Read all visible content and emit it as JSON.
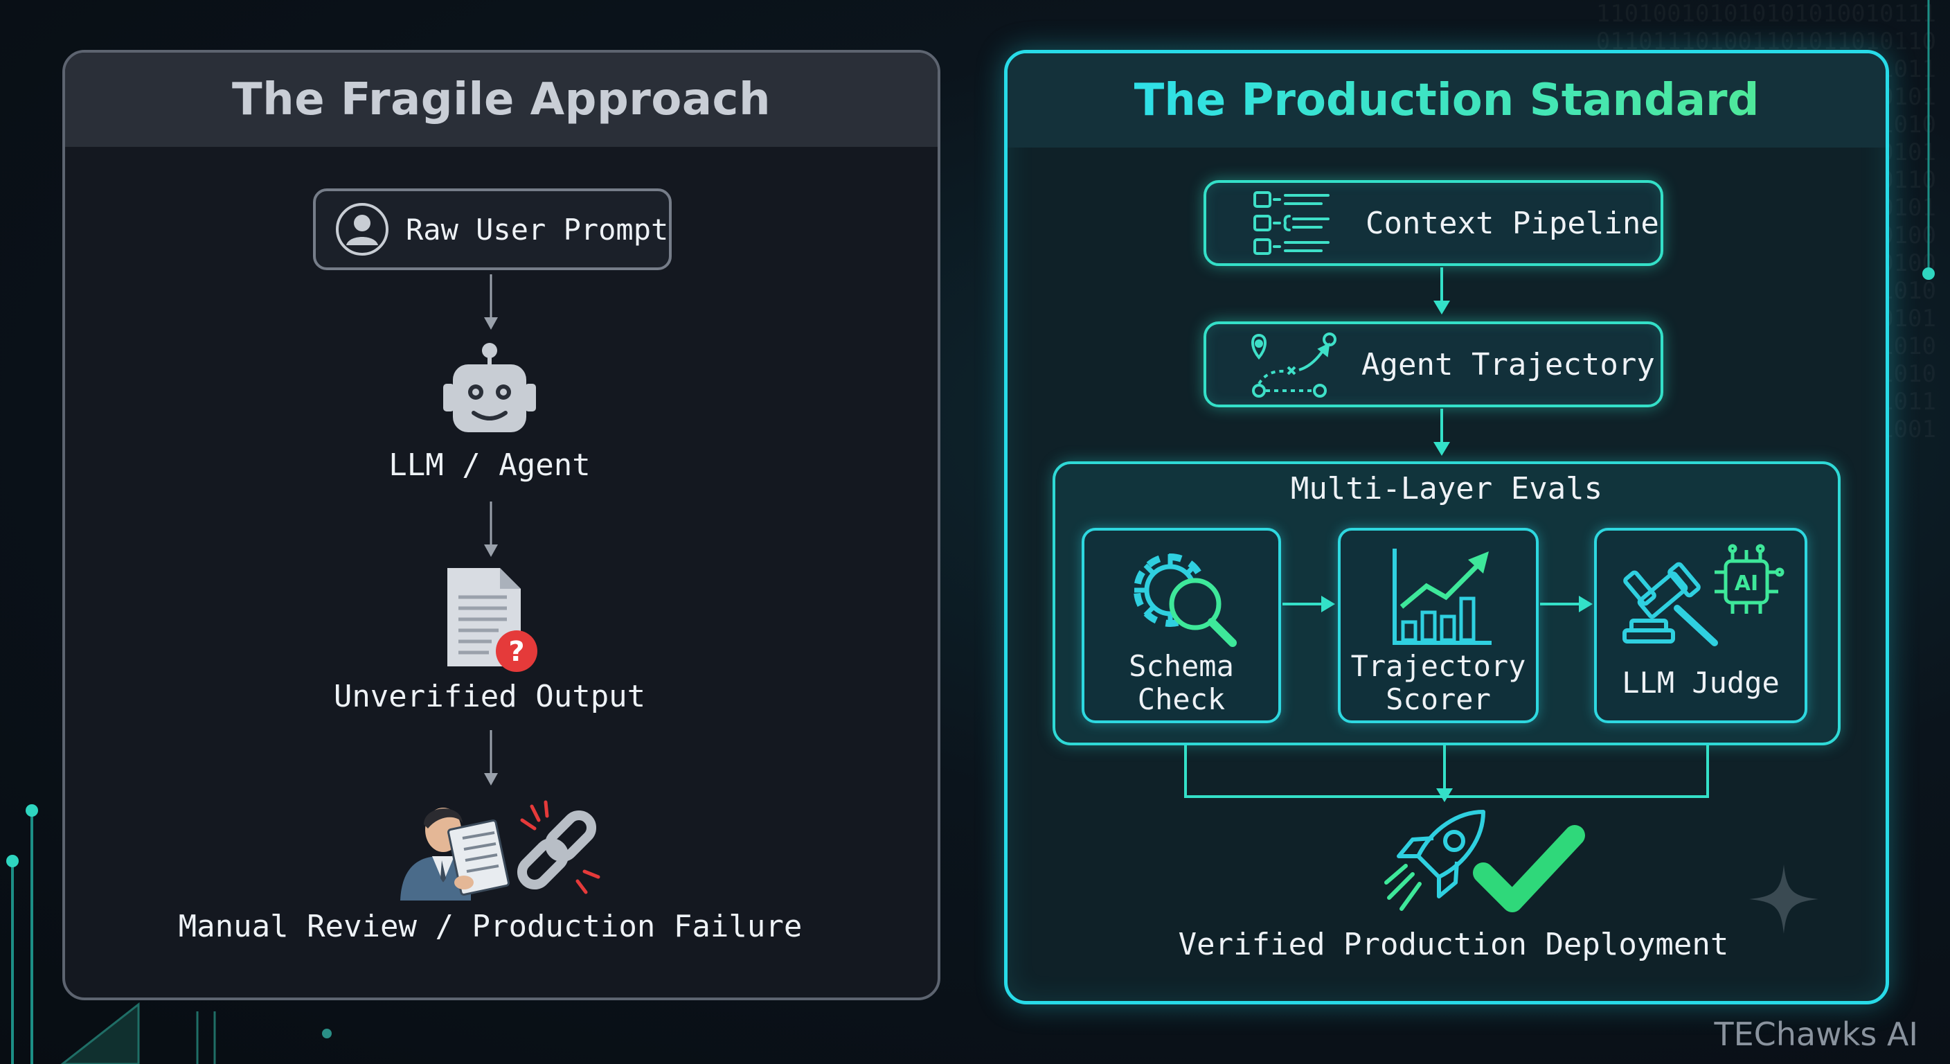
{
  "binary_bg": "1101001010101010100101110110111010011010110101101011100101101011010010110100110101101001011101010110100101010011010010101101001011010100101101010101101001101010010101101001011010110010101101010010110101001011010101001011010101101010101101001010110100101101010010101101001101001010110101011010010101101011010010101011010010110101010110100101011010101101001010110100101101001",
  "left_panel": {
    "title": "The Fragile Approach",
    "nodes": {
      "raw_prompt": "Raw User Prompt",
      "llm_agent": "LLM / Agent",
      "unverified_output": "Unverified Output",
      "manual_review": "Manual Review / Production Failure"
    },
    "icons": [
      "user-icon",
      "robot-icon",
      "document-question-icon",
      "reviewer-person-icon",
      "broken-link-icon"
    ]
  },
  "right_panel": {
    "title": "The Production Standard",
    "nodes": {
      "context_pipeline": "Context Pipeline",
      "agent_trajectory": "Agent Trajectory",
      "multi_layer_evals": "Multi-Layer Evals",
      "schema_check_line1": "Schema",
      "schema_check_line2": "Check",
      "trajectory_scorer_line1": "Trajectory",
      "trajectory_scorer_line2": "Scorer",
      "llm_judge": "LLM Judge",
      "ai_chip_label": "AI",
      "deployment": "Verified Production Deployment"
    },
    "icons": [
      "pipeline-list-icon",
      "trajectory-route-icon",
      "gear-magnifier-icon",
      "chart-up-icon",
      "gavel-ai-icon",
      "rocket-icon",
      "checkmark-icon"
    ]
  },
  "watermark": "TEChawks AI",
  "colors": {
    "accent_cyan": "#28dbe8",
    "accent_green": "#3fe08a",
    "left_border": "#5d6470",
    "alert_red": "#e53a3a"
  }
}
